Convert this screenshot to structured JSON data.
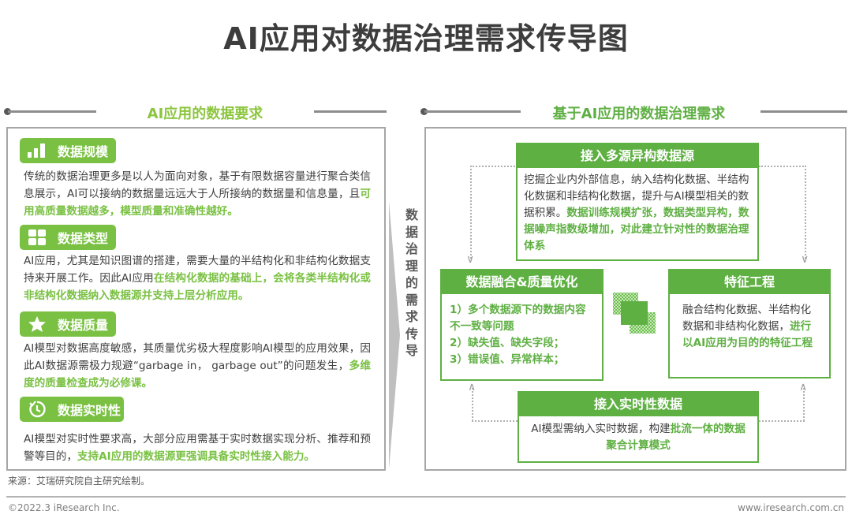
{
  "title": "AI应用对数据治理需求传导图",
  "left_section": {
    "title": "AI应用的数据要求",
    "items": [
      {
        "icon": "bar-chart-icon",
        "label": "数据规模",
        "text_plain": "传统的数据治理更多是以人为面向对象，基于有限数据容量进行聚合类信息展示，AI可以接纳的数据量远远大于人所接纳的数据量和信息量，且",
        "text_highlight": "可用高质量数据越多，模型质量和准确性越好。"
      },
      {
        "icon": "grid-icon",
        "label": "数据类型",
        "text_plain": "AI应用，尤其是知识图谱的搭建，需要大量的半结构化和非结构化数据支持来开展工作。因此AI应用",
        "text_highlight": "在结构化数据的基础上，会将各类半结构化或非结构化数据纳入数据源并支持上层分析应用。"
      },
      {
        "icon": "star-icon",
        "label": "数据质量",
        "text_plain": "AI模型对数据高度敏感，其质量优劣极大程度影响AI模型的应用效果，因此AI数据源需极力规避“garbage in， garbage out”的问题发生，",
        "text_highlight": "多维度的质量检查成为必修课。"
      },
      {
        "icon": "clock-icon",
        "label": "数据实时性",
        "text_plain": "AI模型对实时性要求高，大部分应用需基于实时数据实现分析、推荐和预警等目的，",
        "text_highlight": "支持AI应用的数据源更强调具备实时性接入能力。"
      }
    ]
  },
  "transmission": {
    "label": "数据治理的需求传导"
  },
  "right_section": {
    "title": "基于AI应用的数据治理需求",
    "boxes": {
      "multi_source": {
        "title": "接入多源异构数据源",
        "text_plain": "挖掘企业内外部信息，纳入结构化数据、半结构化数据和非结构化数据，提升与AI模型相关的数据积累。",
        "text_highlight": "数据训练规模扩张，数据类型异构，数据噪声指数级增加，对此建立针对性的数据治理体系"
      },
      "fusion": {
        "title": "数据融合&质量优化",
        "lines": [
          "1）多个数据源下的数据内容不一致等问题",
          "2）缺失值、缺失字段；",
          "3）错误值、异常样本；"
        ]
      },
      "feature": {
        "title": "特征工程",
        "text_plain": "融合结构化数据、半结构化数据和非结构化数据，",
        "text_highlight": "进行以AI应用为目的的特征工程"
      },
      "realtime": {
        "title": "接入实时性数据",
        "text_plain": "AI模型需纳入实时数据，构建",
        "text_highlight": "批流一体的数据聚合计算模式"
      }
    }
  },
  "source": "来源：艾瑞研究院自主研究绘制。",
  "footer": {
    "copyright": "©2022.3 iResearch Inc.",
    "website": "www.iresearch.com.cn"
  },
  "colors": {
    "left_accent": "#7ac143",
    "right_accent": "#5fb043",
    "frame": "#a6a6a6",
    "text": "#404040"
  }
}
